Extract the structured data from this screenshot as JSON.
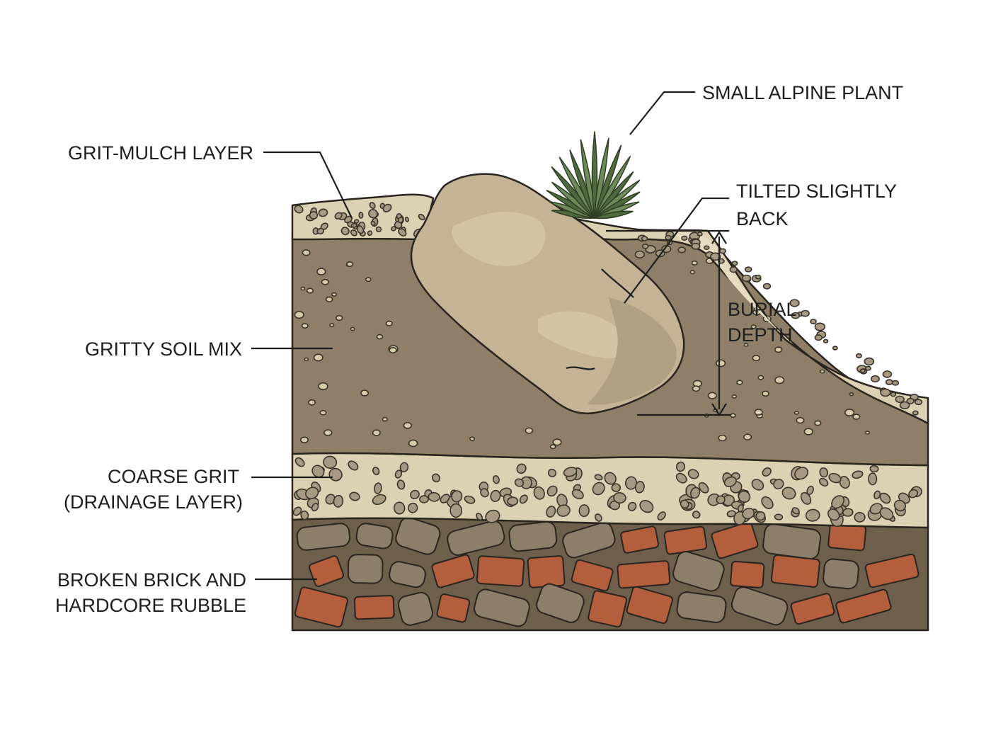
{
  "labels": {
    "plant": "SMALL ALPINE PLANT",
    "mulch": "GRIT-MULCH LAYER",
    "tilt_line1": "TILTED SLIGHTLY",
    "tilt_line2": "BACK",
    "burial_line1": "BURIAL",
    "burial_line2": "DEPTH",
    "soil": "GRITTY SOIL MIX",
    "grit_line1": "COARSE GRIT",
    "grit_line2": "(DRAINAGE LAYER)",
    "rubble_line1": "BROKEN BRICK AND",
    "rubble_line2": "HARDCORE RUBBLE"
  },
  "colors": {
    "grit": "#ddd1b3",
    "soil": "#8f7f68",
    "rubble_bg": "#6f604e",
    "brick": "#b35f3e",
    "stone": "#8d7e6c",
    "rock": "#c4b394",
    "rock_light": "#d3c4a6",
    "rock_shadow": "#b0a083",
    "plant": "#6f8a5a",
    "plant_dark": "#4f6a3e"
  }
}
